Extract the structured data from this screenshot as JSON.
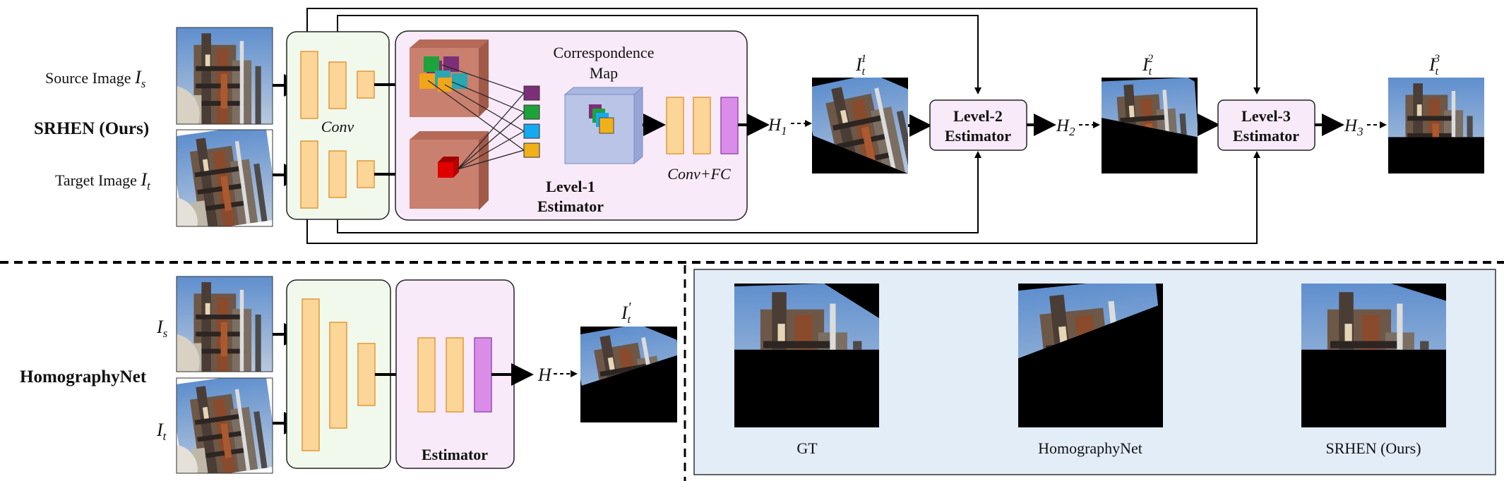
{
  "top": {
    "method_label": "SRHEN (Ours)",
    "source_label": "Source  Image ",
    "source_sym": "I",
    "source_sub": "s",
    "target_label": "Target Image ",
    "target_sym": "I",
    "target_sub": "t",
    "conv_label": "Conv",
    "corr_map_line1": "Correspondence",
    "corr_map_line2": "Map",
    "level1_line1": "Level-1",
    "level1_line2": "Estimator",
    "convfc_label": "Conv+FC",
    "level2_line1": "Level-2",
    "level2_line2": "Estimator",
    "level3_line1": "Level-3",
    "level3_line2": "Estimator",
    "h1": "H",
    "h1_sub": "1",
    "h2": "H",
    "h2_sub": "2",
    "h3": "H",
    "h3_sub": "3",
    "out1_sym": "I",
    "out1_sub": "t",
    "out1_sup": "1",
    "out2_sym": "I",
    "out2_sub": "t",
    "out2_sup": "2",
    "out3_sym": "I",
    "out3_sub": "t",
    "out3_sup": "3"
  },
  "bottom": {
    "method_label": "HomographyNet",
    "is_sym": "I",
    "is_sub": "s",
    "it_sym": "I",
    "it_sub": "t",
    "estimator_label": "Estimator",
    "h": "H",
    "out_sym": "I",
    "out_sub": "t",
    "out_prime": "′"
  },
  "comparison": {
    "labels": [
      "GT",
      "HomographyNet",
      "SRHEN (Ours)"
    ]
  },
  "colors": {
    "conv_box": "#f1f8ec",
    "estimator_box": "#f8eaf9",
    "layer_fill": "#fcd598",
    "layer_stroke": "#e09a3a",
    "fc_fill": "#d98de8",
    "corr_fill": "#b9c4e6",
    "feature_block": "#c9806f",
    "compare_panel": "#e3edf8"
  }
}
